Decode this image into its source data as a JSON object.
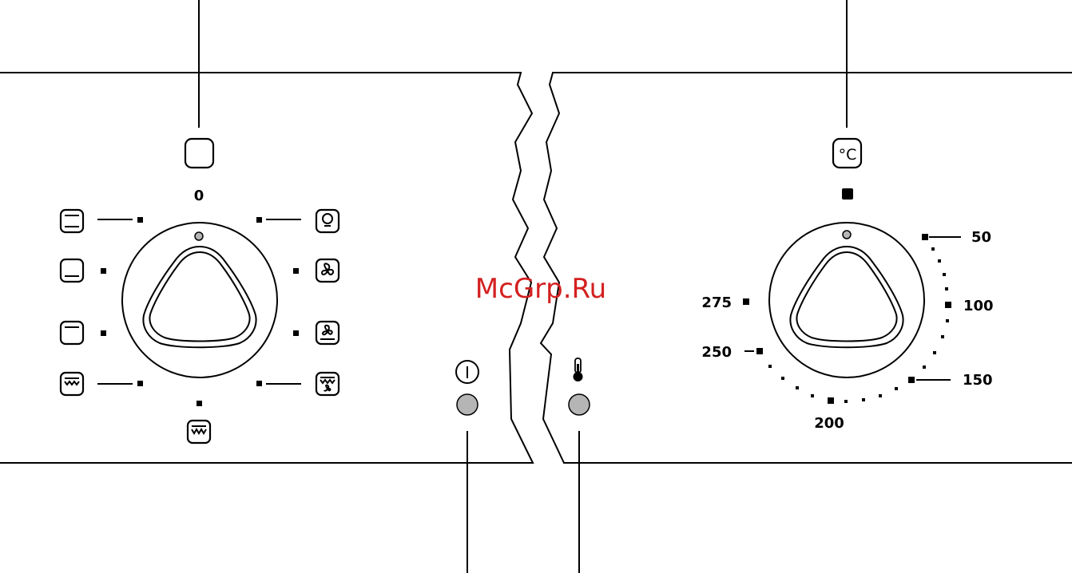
{
  "watermark": "McGrp.Ru",
  "function_selector": {
    "knob_icon": "rounded-square-icon",
    "off_label": "0",
    "modes": [
      {
        "side": "left",
        "icon": "top-bottom-heat-icon"
      },
      {
        "side": "left",
        "icon": "bottom-heat-icon"
      },
      {
        "side": "left",
        "icon": "top-heat-icon"
      },
      {
        "side": "left",
        "icon": "grill-icon"
      },
      {
        "side": "right",
        "icon": "oven-light-icon"
      },
      {
        "side": "right",
        "icon": "fan-icon"
      },
      {
        "side": "right",
        "icon": "fan-bottom-heat-icon"
      },
      {
        "side": "right",
        "icon": "fan-grill-icon"
      },
      {
        "side": "bottom",
        "icon": "full-grill-icon"
      }
    ]
  },
  "indicators": [
    {
      "icon": "power-icon",
      "lamp": "power-indicator-lamp"
    },
    {
      "icon": "thermometer-icon",
      "lamp": "thermostat-indicator-lamp"
    }
  ],
  "temperature_selector": {
    "knob_icon": "celsius-icon",
    "knob_symbol": "°C",
    "scale": [
      "50",
      "100",
      "150",
      "200",
      "250",
      "275"
    ]
  },
  "colors": {
    "lamp_fill": "#b5b5b5",
    "watermark": "#d42020",
    "line": "#000000"
  }
}
